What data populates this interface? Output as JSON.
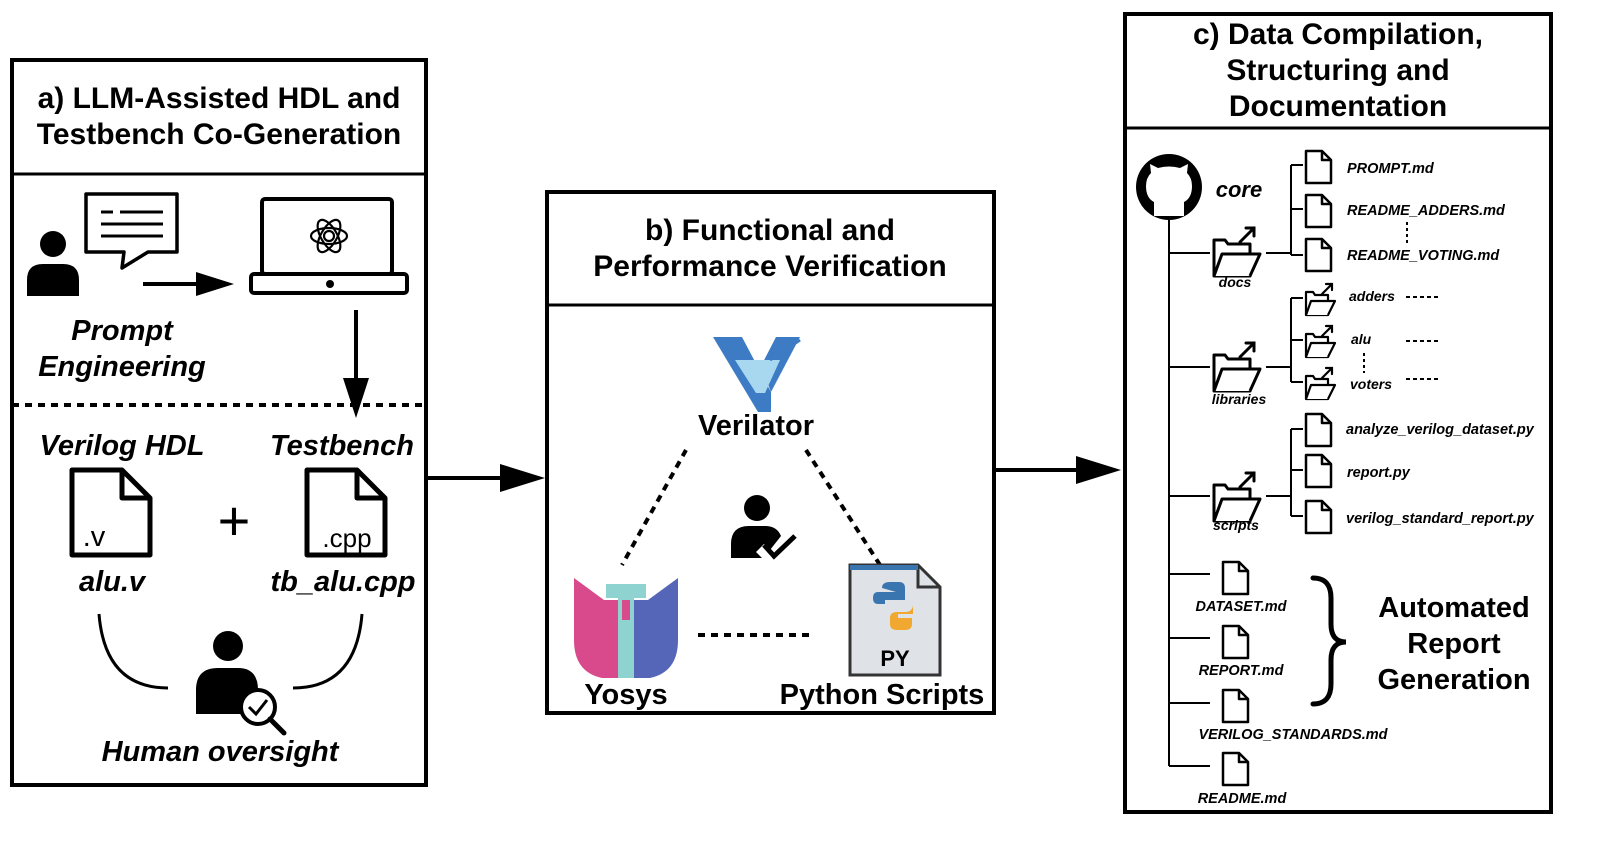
{
  "panel_a": {
    "title_line1": "a) LLM-Assisted HDL and",
    "title_line2": "Testbench Co-Generation",
    "prompt_line1": "Prompt",
    "prompt_line2": "Engineering",
    "verilog_label": "Verilog HDL",
    "testbench_label": "Testbench",
    "v_ext": ".v",
    "cpp_ext": ".cpp",
    "plus": "+",
    "alu_file": "alu.v",
    "tb_file": "tb_alu.cpp",
    "oversight": "Human oversight"
  },
  "panel_b": {
    "title_line1": "b) Functional and",
    "title_line2": "Performance Verification",
    "verilator": "Verilator",
    "yosys": "Yosys",
    "python": "Python Scripts",
    "py_badge": "PY"
  },
  "panel_c": {
    "title_line1": "c) Data Compilation,",
    "title_line2": "Structuring and",
    "title_line3": "Documentation",
    "repo": "core",
    "docs_label": "docs",
    "docs_files": [
      "PROMPT.md",
      "README_ADDERS.md",
      "README_VOTING.md"
    ],
    "libraries_label": "libraries",
    "library_folders": [
      "adders",
      "alu",
      "voters"
    ],
    "scripts_label": "scripts",
    "script_files": [
      "analyze_verilog_dataset.py",
      "report.py",
      "verilog_standard_report.py"
    ],
    "root_files": [
      "DATASET.md",
      "REPORT.md",
      "VERILOG_STANDARDS.md",
      "README.md"
    ],
    "auto_line1": "Automated",
    "auto_line2": "Report",
    "auto_line3": "Generation"
  },
  "colors": {
    "verilator_blue": "#3d7cc4",
    "verilator_light": "#a8d8f0",
    "yosys_pink": "#d94a8c",
    "yosys_blue": "#5566b8",
    "yosys_teal": "#8fd3d1",
    "python_blue": "#3a75b0",
    "python_yellow": "#f0a830",
    "py_doc_gray": "#dfe3e8"
  }
}
